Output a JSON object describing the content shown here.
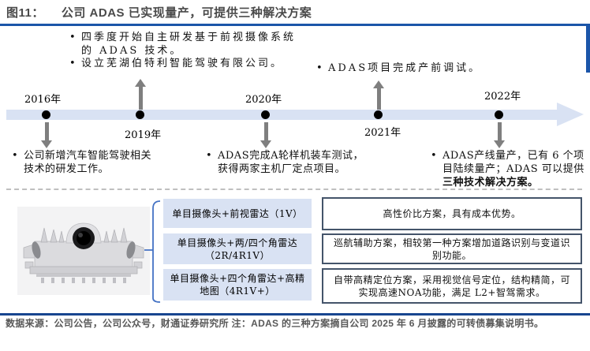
{
  "title": {
    "figure_label": "图11：",
    "text": "公司 ADAS 已实现量产，可提供三种解决方案"
  },
  "timeline": {
    "years": {
      "y2016": "2016年",
      "y2019": "2019年",
      "y2020": "2020年",
      "y2021": "2021年",
      "y2022": "2022年"
    },
    "notes": {
      "n2019": {
        "bullet1": "四季度开始自主研发基于前视摄像系统的 ADAS 技术。",
        "bullet2": "设立芜湖伯特利智能驾驶有限公司。"
      },
      "n2021": {
        "bullet1": "ADAS项目完成产前调试。"
      },
      "n2016": {
        "bullet1": "公司新增汽车智能驾驶相关技术的研发工作。"
      },
      "n2020": {
        "bullet1": "ADAS完成A轮样机装车测试，获得两家主机厂定点项目。"
      },
      "n2022": {
        "bullet1_normal": "ADAS产线量产，已有 6 个项目陆续量产；ADAS 可以提供",
        "bullet1_bold": "三种技术解决方案。"
      }
    }
  },
  "solutions": {
    "items": [
      {
        "label": "单目摄像头+前视雷达（1V）",
        "desc": "高性价比方案，具有成本优势。"
      },
      {
        "label": "单目摄像头+两/四个角雷达（2R/4R1V）",
        "desc": "巡航辅助方案，相较第一种方案增加道路识别与变道识别功能。"
      },
      {
        "label": "单目摄像头+四个角雷达+高精地图（4R1V+）",
        "desc": "自带高精定位方案，采用视觉信号定位，结构精简，可实现高速NOA功能，满足 L2+智驾需求。"
      }
    ]
  },
  "footer": {
    "source": "数据来源：公司公告，公司公众号，财通证券研究所",
    "note": "注：ADAS 的三种方案摘自公司 2025 年 6 月披露的可转债募集说明书。"
  },
  "colors": {
    "title_rule": "#1B55A9",
    "footer_rule": "#17458F",
    "timeline_band": "#D9E2F3",
    "connector_gray": "#7F7F7F",
    "solution_box_fill": "#D9E2F3",
    "desc_box_border": "#44546A",
    "brace_blue": "#4472C4",
    "text_gray": "#595959"
  }
}
